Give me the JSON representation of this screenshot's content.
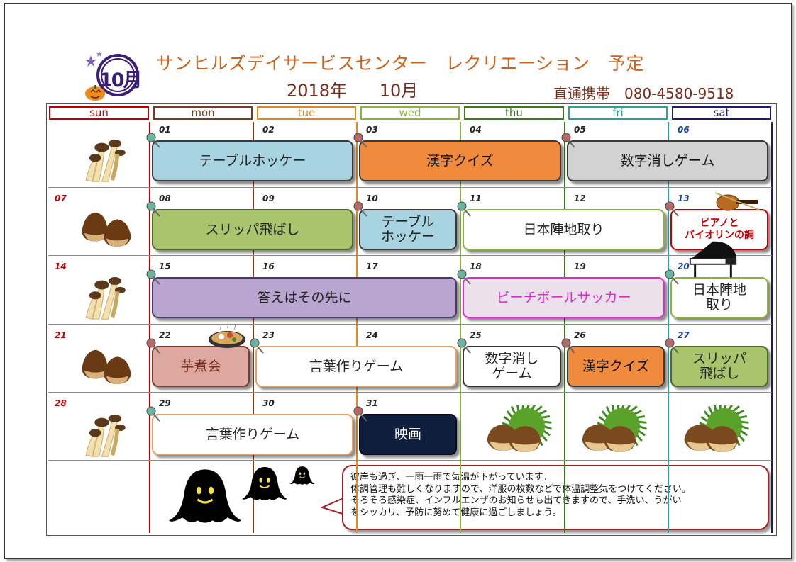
{
  "header": {
    "title": "サンヒルズデイサービスセンター　レクリエーション　予定",
    "year": "2018年",
    "month": "10月",
    "phone": "直通携帯　080-4580-9518",
    "badge": "10月"
  },
  "weekdays": [
    "sun",
    "mon",
    "tue",
    "wed",
    "thu",
    "fri",
    "sat"
  ],
  "weekday_colors": [
    "#c00000",
    "#7a3b1e",
    "#e08a1e",
    "#8ab43c",
    "#3a7a1e",
    "#2aa39a",
    "#1c1c6a"
  ],
  "days": [
    {
      "num": "01",
      "style": ""
    },
    {
      "num": "02",
      "style": ""
    },
    {
      "num": "03",
      "style": ""
    },
    {
      "num": "04",
      "style": ""
    },
    {
      "num": "05",
      "style": ""
    },
    {
      "num": "06",
      "style": "blue"
    },
    {
      "num": "07",
      "style": "red"
    },
    {
      "num": "08",
      "style": ""
    },
    {
      "num": "09",
      "style": ""
    },
    {
      "num": "10",
      "style": ""
    },
    {
      "num": "11",
      "style": ""
    },
    {
      "num": "12",
      "style": ""
    },
    {
      "num": "13",
      "style": "blue"
    },
    {
      "num": "14",
      "style": "red"
    },
    {
      "num": "15",
      "style": ""
    },
    {
      "num": "16",
      "style": ""
    },
    {
      "num": "17",
      "style": ""
    },
    {
      "num": "18",
      "style": ""
    },
    {
      "num": "19",
      "style": ""
    },
    {
      "num": "20",
      "style": "blue"
    },
    {
      "num": "21",
      "style": "red"
    },
    {
      "num": "22",
      "style": ""
    },
    {
      "num": "23",
      "style": ""
    },
    {
      "num": "24",
      "style": ""
    },
    {
      "num": "25",
      "style": ""
    },
    {
      "num": "26",
      "style": ""
    },
    {
      "num": "27",
      "style": "blue"
    },
    {
      "num": "28",
      "style": "red"
    },
    {
      "num": "29",
      "style": ""
    },
    {
      "num": "30",
      "style": ""
    },
    {
      "num": "31",
      "style": ""
    }
  ],
  "events": {
    "e1": "テーブルホッケー",
    "e2": "漢字クイズ",
    "e3": "数字消しゲーム",
    "e4": "スリッパ飛ばし",
    "e5": "テーブル\nホッケー",
    "e6": "日本陣地取り",
    "e7": "ピアノと\nバイオリンの調",
    "e8": "答えはその先に",
    "e9": "ビーチボールサッカー",
    "e10": "日本陣地\n取り",
    "e11": "芋煮会",
    "e12": "言葉作りゲーム",
    "e13": "数字消し\nゲーム",
    "e14": "漢字クイズ",
    "e15": "スリッパ\n飛ばし",
    "e16": "言葉作りゲーム",
    "e17": "映画"
  },
  "colors": {
    "blue_event": "#a8d4e2",
    "orange_event": "#f08a3c",
    "gray_event": "#d2d2d2",
    "green_event": "#a8c46c",
    "purple_event": "#b9a6d0",
    "pink_text": "#e02ad0",
    "rose_event": "#dca8a0",
    "navy_event": "#0f1e3c"
  },
  "message": [
    "彼岸も過ぎ、一雨一雨で気温が下がっています。",
    "体調管理も難しくなりますので、洋服の枚数などで体温調整気をつけてください。",
    "そろそろ感染症、インフルエンザのお知らせも出てきますので、手洗い、うがい",
    "をシッカリ、予防に努めて健康に過ごしましょう。"
  ]
}
